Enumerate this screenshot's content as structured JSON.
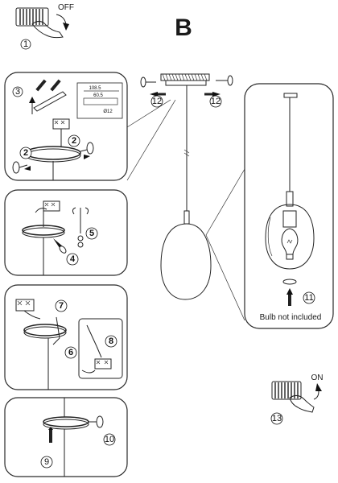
{
  "title": "B",
  "switch_top": {
    "state_label": "OFF",
    "step": "1"
  },
  "switch_bottom": {
    "state_label": "ON",
    "step": "13"
  },
  "canopy_steps": {
    "left": "12",
    "right": "12"
  },
  "panel1": {
    "step_top": "3",
    "step_left": "2",
    "step_right": "2",
    "dim_a": "108.5",
    "dim_b": "60.5",
    "dim_c": "Ø12"
  },
  "panel2": {
    "step_a": "4",
    "step_b": "5"
  },
  "panel3": {
    "step_a": "7",
    "step_b": "6",
    "step_c": "8"
  },
  "panel4": {
    "step_a": "10",
    "step_b": "9"
  },
  "detail": {
    "step": "11",
    "caption": "Bulb not included"
  },
  "colors": {
    "line": "#222222",
    "background": "#ffffff"
  }
}
